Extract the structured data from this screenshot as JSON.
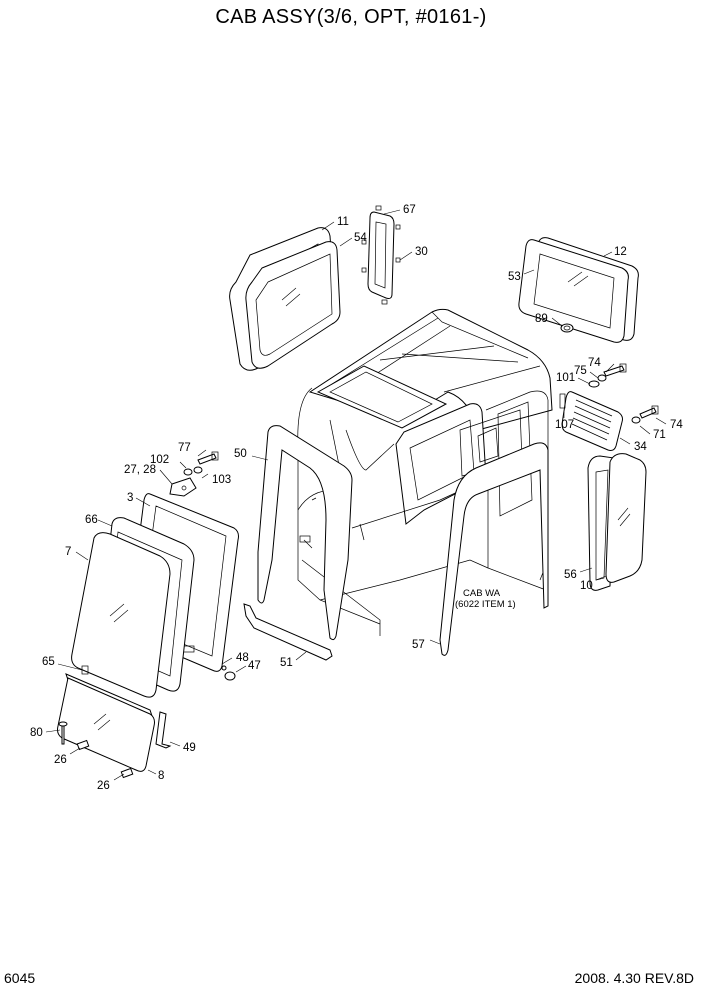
{
  "title": "CAB ASSY(3/6, OPT, #0161-)",
  "page_code": "6045",
  "revision": "2008.  4.30  REV.8D",
  "cab_note": {
    "line1": "CAB WA",
    "line2": "(6022 ITEM 1)"
  },
  "labels": {
    "p11": "11",
    "p54": "54",
    "p67": "67",
    "p30": "30",
    "p12": "12",
    "p53": "53",
    "p89": "89",
    "p74a": "74",
    "p75": "75",
    "p101": "101",
    "p107": "107",
    "p74b": "74",
    "p71": "71",
    "p34": "34",
    "p77": "77",
    "p102": "102",
    "p2728": "27, 28",
    "p103": "103",
    "p50": "50",
    "p3": "3",
    "p66": "66",
    "p7": "7",
    "p48": "48",
    "p47": "47",
    "p51": "51",
    "p65": "65",
    "p80": "80",
    "p26a": "26",
    "p26b": "26",
    "p8": "8",
    "p49": "49",
    "p57": "57",
    "p56": "56",
    "p10": "10"
  }
}
